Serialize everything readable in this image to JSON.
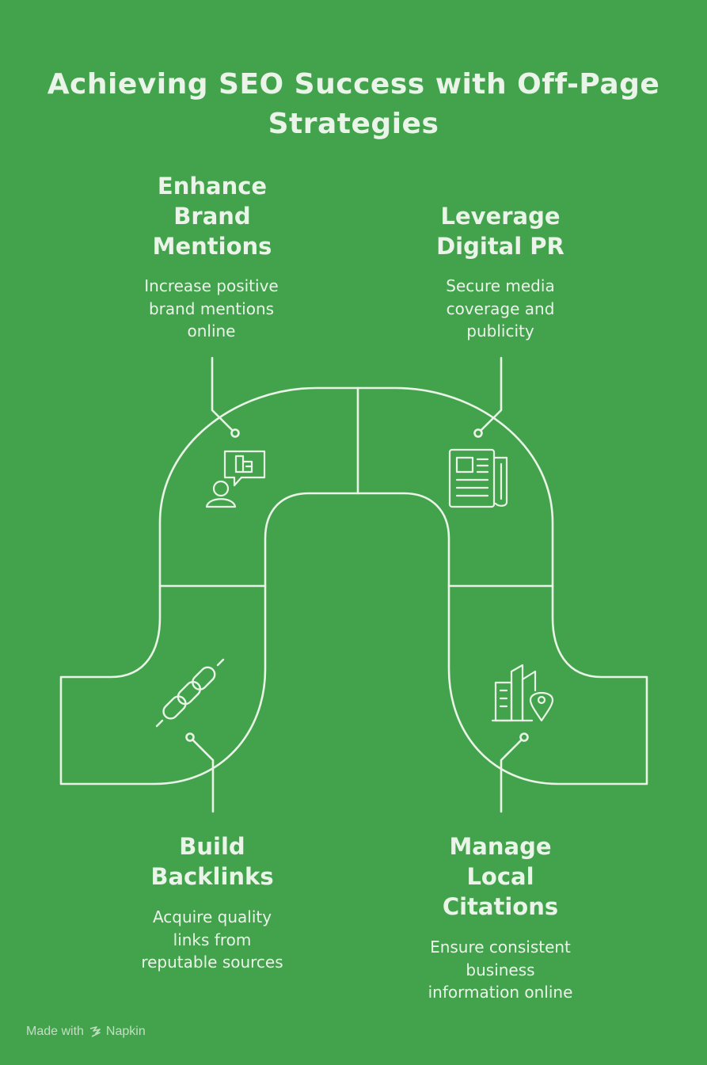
{
  "title": {
    "line1": "Achieving SEO Success with Off-Page",
    "line2": "Strategies"
  },
  "sections": {
    "brand_mentions": {
      "heading": [
        "Enhance",
        "Brand",
        "Mentions"
      ],
      "description": [
        "Increase positive",
        "brand mentions",
        "online"
      ],
      "icon": "speech-bubble-person-icon"
    },
    "digital_pr": {
      "heading": [
        "Leverage",
        "Digital PR"
      ],
      "description": [
        "Secure media",
        "coverage and",
        "publicity"
      ],
      "icon": "newspaper-icon"
    },
    "backlinks": {
      "heading": [
        "Build",
        "Backlinks"
      ],
      "description": [
        "Acquire quality",
        "links from",
        "reputable sources"
      ],
      "icon": "chain-link-icon"
    },
    "local_citations": {
      "heading": [
        "Manage",
        "Local",
        "Citations"
      ],
      "description": [
        "Ensure consistent",
        "business",
        "information online"
      ],
      "icon": "buildings-location-pin-icon"
    }
  },
  "footer": {
    "made_with": "Made with",
    "brand": "Napkin"
  },
  "colors": {
    "background": "#43a34d",
    "foreground": "#e9f3e6"
  }
}
